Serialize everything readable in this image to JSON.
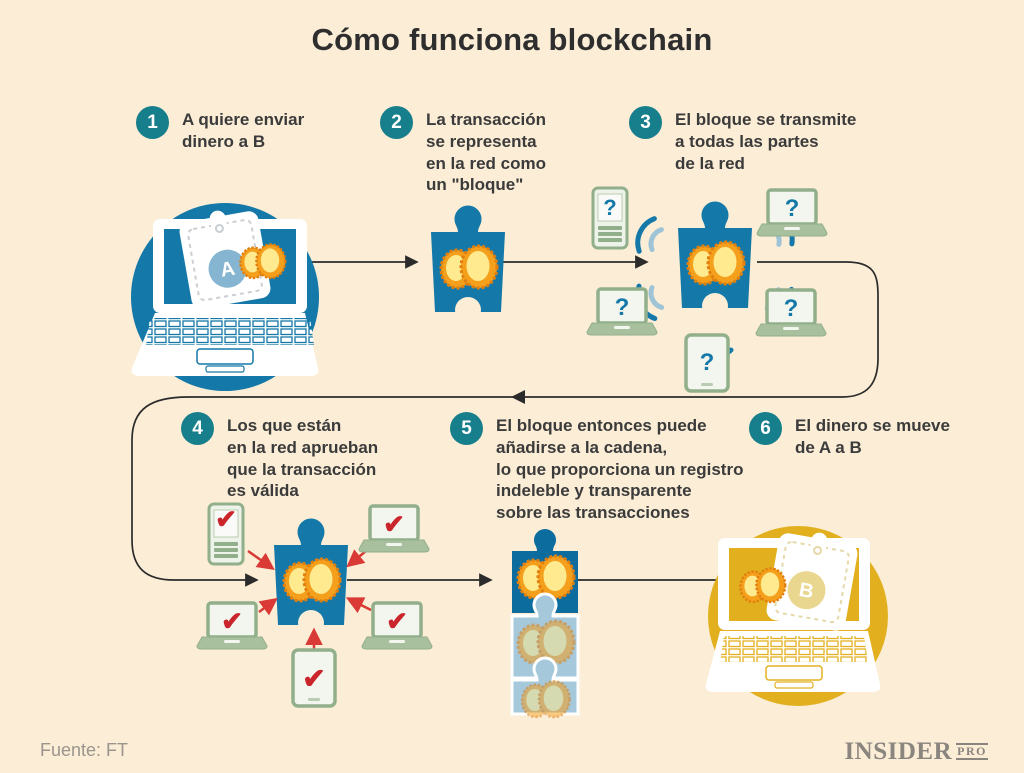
{
  "title": "Cómo funciona blockchain",
  "steps": [
    {
      "number": "1",
      "label": "A quiere enviar\ndinero a B"
    },
    {
      "number": "2",
      "label": "La transacción\nse representa\nen la red como\nun \"bloque\""
    },
    {
      "number": "3",
      "label": "El bloque se transmite\na todas las partes\nde la red"
    },
    {
      "number": "4",
      "label": "Los que están\nen la red aprueban\nque la transacción\nes válida"
    },
    {
      "number": "5",
      "label": "El bloque entonces puede\nañadirse a la cadena,\nlo que proporciona un registro\nindeleble y transparente\nsobre las transacciones"
    },
    {
      "number": "6",
      "label": "El dinero se mueve\nde A a B"
    }
  ],
  "glyphs": {
    "wallet_a": "A",
    "wallet_b": "B",
    "question": "?",
    "check": "✔"
  },
  "footer": {
    "source": "Fuente: FT",
    "brand": "INSIDER",
    "brand_pro": "PRO"
  },
  "colors": {
    "background": "#FBEDD6",
    "step_badge_teal": "#177E8B",
    "blockchain_blue": "#1478A8",
    "chain_dark_blue": "#0D6C9E",
    "chain_light_blue": "#A5C8DB",
    "wifi_light_blue": "#9FC4D8",
    "gold": "#E2B01F",
    "coin_orange": "#F5A01C",
    "coin_rim": "#E07F0E",
    "coin_light": "#FFEA8F",
    "device_green": "#92AF8C",
    "device_screen": "#F2F6EF",
    "check_red": "#C9252B",
    "arrow_black": "#2B2B2B",
    "text_dark": "#3B3B3B",
    "footer_gray": "#9B958D"
  }
}
